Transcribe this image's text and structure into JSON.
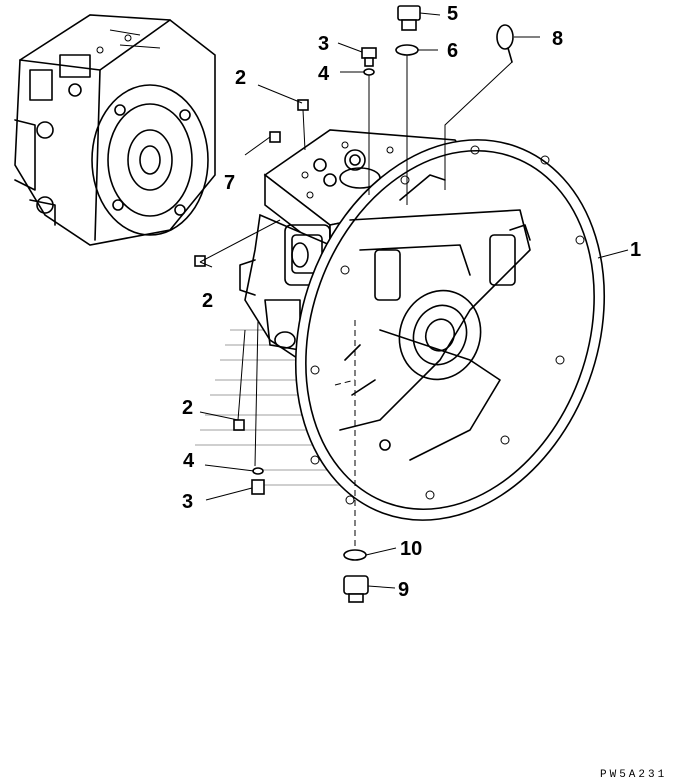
{
  "drawing_code": "PW5A231",
  "callouts": {
    "c1": "1",
    "c2a": "2",
    "c2b": "2",
    "c2c": "2",
    "c3a": "3",
    "c3b": "3",
    "c4a": "4",
    "c4b": "4",
    "c5": "5",
    "c6": "6",
    "c7": "7",
    "c8": "8",
    "c9": "9",
    "c10": "10"
  }
}
